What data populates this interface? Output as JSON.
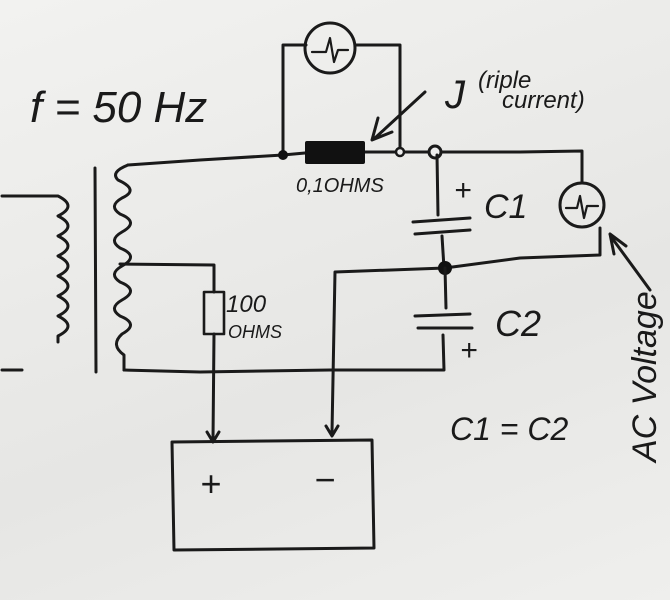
{
  "diagram": {
    "frequency_label": "f = 50 Hz",
    "ripple_current_symbol": "J",
    "ripple_current_label_line1": "(riple",
    "ripple_current_label_line2": "current)",
    "shunt_resistor_label": "0,1OHMS",
    "c1_plus": "+",
    "c1_label": "C1",
    "c2_label": "C2",
    "c2_plus": "+",
    "load_resistor_value": "100",
    "load_resistor_unit": "OHMS",
    "equality_label": "C1 = C2",
    "ac_voltage_label": "AC Voltage",
    "battery_plus": "+",
    "battery_minus": "−"
  }
}
